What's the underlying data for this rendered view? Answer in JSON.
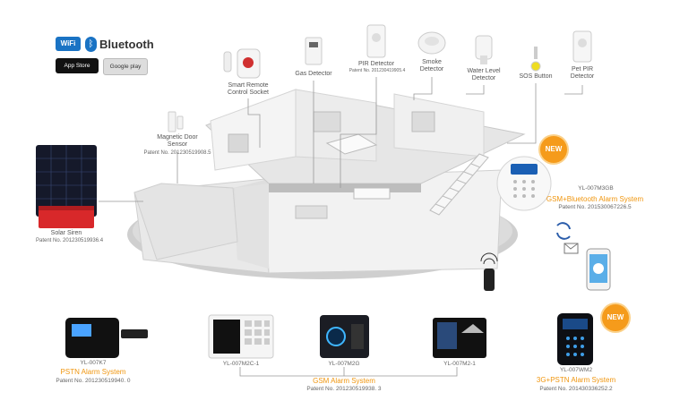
{
  "badges": {
    "wifi": "WiFi",
    "bluetooth": "Bluetooth",
    "app_store": "App Store",
    "google_play": "Google play"
  },
  "detectors": {
    "smart_socket": "Smart Remote\nControl Socket",
    "gas": "Gas Detector",
    "pir": "PIR Detector",
    "pir_patent": "Patent No. 201230419905.4",
    "smoke": "Smoke\nDetector",
    "water": "Water Level\nDetector",
    "sos": "SOS Button",
    "pet_pir": "Pet PIR\nDetector",
    "door": "Magnetic Door\nSensor",
    "door_patent": "Patent No. 201230519908.5"
  },
  "siren": {
    "label": "Solar Siren",
    "patent": "Patent No. 201230519936.4"
  },
  "main_panel": {
    "new": "NEW",
    "model": "YL-007M3GB",
    "name": "GSM+Bluetooth Alarm System",
    "patent": "Patent No. 201530067226.5"
  },
  "bottom": {
    "k7_model": "YL-007K7",
    "k7_name": "PSTN Alarm System",
    "k7_patent": "Patent No. 201230519940. 0",
    "m2c_model": "YL-007M2C-1",
    "m2g_model": "YL-007M2G",
    "m21_model": "YL-007M2-1",
    "gsm_name": "GSM Alarm System",
    "gsm_patent": "Patent No. 201230519938. 3",
    "wm2_new": "NEW",
    "wm2_model": "YL-007WM2",
    "wm2_name": "3G+PSTN Alarm System",
    "wm2_patent": "Patent No. 201430336252.2"
  }
}
